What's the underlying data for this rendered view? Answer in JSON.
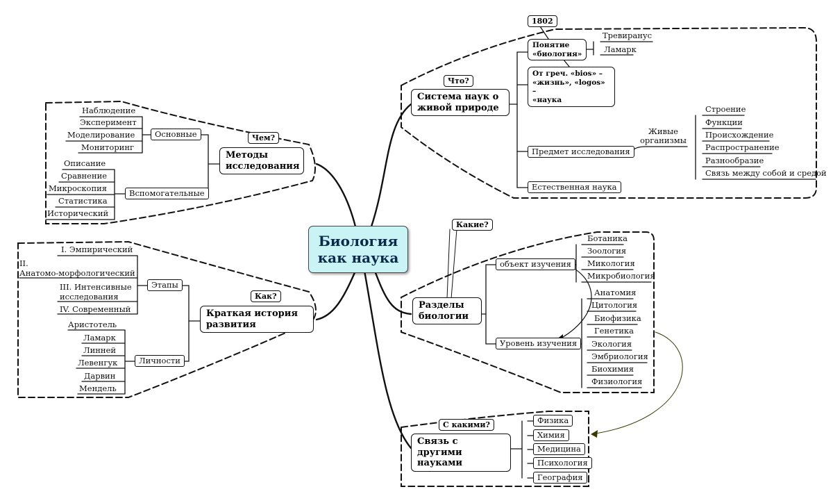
{
  "center": {
    "line1": "Биология",
    "line2": "как наука"
  },
  "methods": {
    "title1": "Методы",
    "title2": "исследования",
    "callout": "Чем?",
    "basic": "Основные",
    "basic_items": [
      "Наблюдение",
      "Эксперимент",
      "Моделирование",
      "Мониторинг"
    ],
    "aux": "Вспомогательные",
    "aux_items": [
      "Описание",
      "Сравнение",
      "Микроскопия",
      "Статистика",
      "Исторический"
    ]
  },
  "history": {
    "title1": "Краткая история",
    "title2": "развития",
    "callout": "Как?",
    "stages": "Этапы",
    "stage_items": [
      "I. Эмпирический",
      "II.",
      "Анатомо-морфологический",
      "III. Интенсивные",
      "исследования",
      "IV. Современный"
    ],
    "persons": "Личности",
    "person_items": [
      "Аристотель",
      "Ламарк",
      "Линней",
      "Левенгук",
      "Дарвин",
      "Мендель"
    ]
  },
  "system": {
    "title1": "Система наук о",
    "title2": "живой природе",
    "callout": "Что?",
    "year": "1802",
    "concept1": "Понятие",
    "concept2": "«биология»",
    "authors": [
      "Тревиранус",
      "Ламарк"
    ],
    "greek1": "От греч. «bios» –",
    "greek2": "«жизнь», «logos» –",
    "greek3": "«наука",
    "subject": "Предмет исследования",
    "living1": "Живые",
    "living2": "организмы",
    "living_items": [
      "Строение",
      "Функции",
      "Происхождение",
      "Распространение",
      "Разнообразие",
      "Связь между собой и средой"
    ],
    "natural": "Естественная наука"
  },
  "branches": {
    "title1": "Разделы",
    "title2": "биологии",
    "callout": "Какие?",
    "object": "объект изучения",
    "object_items": [
      "Ботаника",
      "Зоология",
      "Микология",
      "Микробиология"
    ],
    "level": "Уровень изучения",
    "level_items": [
      "Анатомия",
      "Цитология",
      "Биофизика",
      "Генетика",
      "Экология",
      "Эмбриология",
      "Биохимия",
      "Физиология"
    ]
  },
  "links": {
    "title1": "Связь с другими",
    "title2": "науками",
    "callout": "С какими?",
    "items": [
      "Физика",
      "Химия",
      "Медицина",
      "Психология",
      "География"
    ]
  }
}
